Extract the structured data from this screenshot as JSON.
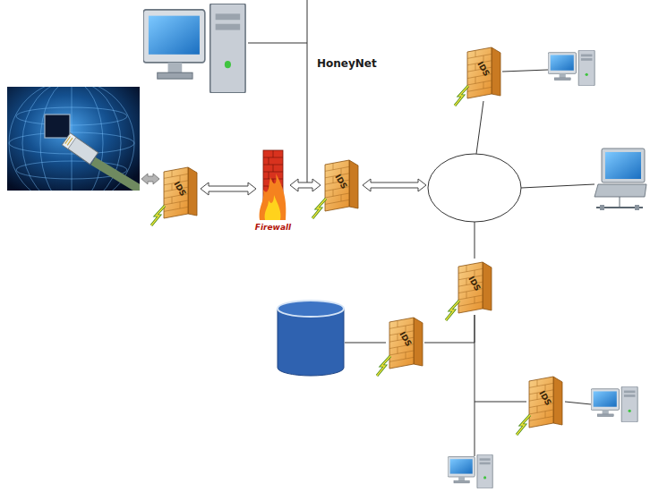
{
  "diagram": {
    "nodes": [
      {
        "text": [
          "IDS"
        ]
      },
      {
        "text": [
          "Firewall"
        ]
      },
      {
        "text": [
          "IDS"
        ]
      },
      {
        "text": [
          "IDS"
        ]
      },
      {
        "text": [
          "IDS"
        ]
      },
      {
        "text": [
          "IDS"
        ]
      },
      {
        "text": [
          "IDS"
        ]
      }
    ],
    "edges": [
      {
        "from": 0,
        "to": 1,
        "arrow": "both"
      },
      {
        "from": 1,
        "to": 2,
        "arrow": "both"
      },
      {
        "from": 4,
        "to": 5,
        "arrow": "none"
      },
      {
        "from": 4,
        "to": 6,
        "arrow": "none"
      }
    ],
    "labels": [
      "HoneyNet"
    ]
  }
}
